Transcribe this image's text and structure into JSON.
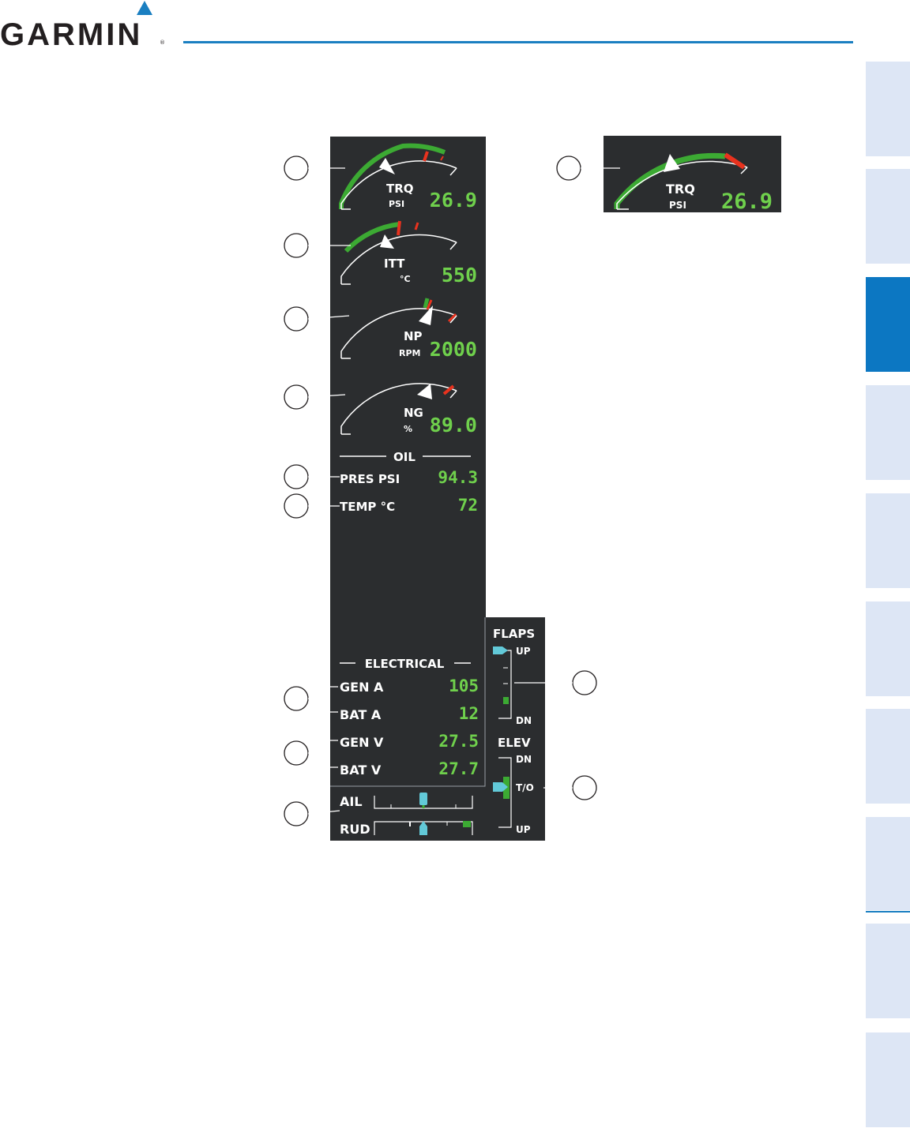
{
  "header": {
    "brand": "GARMIN",
    "registered_mark": "®",
    "accent_color": "#1a7fc1"
  },
  "side_tabs": {
    "count": 10,
    "active_index": 2,
    "active_color": "#0c77c2",
    "inactive_color": "#dde6f5"
  },
  "eis": {
    "trq": {
      "label": "TRQ",
      "unit": "PSI",
      "value": "26.9"
    },
    "itt": {
      "label": "ITT",
      "unit": "°C",
      "value": "550"
    },
    "np": {
      "label": "NP",
      "unit": "RPM",
      "value": "2000"
    },
    "ng": {
      "label": "NG",
      "unit": "%",
      "value": "89.0"
    },
    "oil": {
      "title": "OIL",
      "pres": {
        "label": "PRES PSI",
        "value": "94.3"
      },
      "temp": {
        "label": "TEMP °C",
        "value": "72"
      }
    },
    "electrical": {
      "title": "ELECTRICAL",
      "gen_a": {
        "label": "GEN A",
        "value": "105"
      },
      "bat_a": {
        "label": "BAT A",
        "value": "12"
      },
      "gen_v": {
        "label": "GEN V",
        "value": "27.5"
      },
      "bat_v": {
        "label": "BAT V",
        "value": "27.7"
      }
    },
    "trim": {
      "ail_label": "AIL",
      "rud_label": "RUD"
    },
    "flaps": {
      "title": "FLAPS",
      "up": "UP",
      "dn": "DN"
    },
    "elev": {
      "title": "ELEV",
      "dn": "DN",
      "to": "T/O",
      "up": "UP"
    }
  },
  "trq_inset": {
    "label": "TRQ",
    "unit": "PSI",
    "value": "26.9"
  },
  "colors": {
    "panel": "#2b2d2f",
    "value_green": "#6fd04c",
    "arc_green": "#3caa33",
    "red": "#e8321e",
    "cyan": "#62c9d8",
    "label_white": "#ffffff"
  }
}
